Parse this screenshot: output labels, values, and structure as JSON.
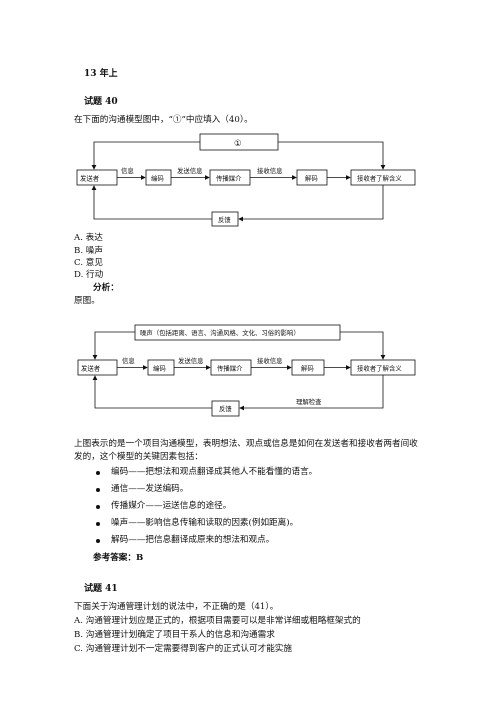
{
  "doc": {
    "header": "13 年上",
    "q40": {
      "title": "试题 40",
      "stem": "在下面的沟通模型图中，“①”中应填入（40）。",
      "options": [
        "A.  表达",
        "B.  噪声",
        "C.  意见",
        "D.  行动"
      ],
      "analysis_label": "分析：",
      "original_label": "原图。",
      "explanation_line1": "上图表示的是一个项目沟通模型，表明想法、观点或信息是如何在发送者和接收者两者间收",
      "explanation_line2": "发的，这个模型的关键因素包括：",
      "bullets": [
        "编码——把想法和观点翻译成其他人不能看懂的语言。",
        "通信——发送编码。",
        "传播媒介——运送信息的途径。",
        "噪声——影响信息传输和读取的因素(例如距离)。",
        "解码——把信息翻译成原来的想法和观点。"
      ],
      "answer": "参考答案：B"
    },
    "q41": {
      "title": "试题 41",
      "stem": "下面关于沟通管理计划的说法中，不正确的是（41）。",
      "options": [
        "A. 沟通管理计划应是正式的，根据项目需要可以是非常详细或粗略框架式的",
        "B. 沟通管理计划确定了项目干系人的信息和沟通需求",
        "C. 沟通管理计划不一定需要得到客户的正式认可才能实施"
      ]
    }
  },
  "diagram1": {
    "circle_label": "①",
    "sender": "发送者",
    "encode": "编码",
    "medium": "传播媒介",
    "decode": "解码",
    "receiver": "接收者了解含义",
    "feedback": "反馈",
    "edge_info": "信息",
    "edge_send": "发送信息",
    "edge_receive": "接收信息"
  },
  "diagram2": {
    "noise": "噪声（包括距离、语言、沟通风格、文化、习俗的影响）",
    "sender": "发送者",
    "encode": "编码",
    "medium": "传播媒介",
    "decode": "解码",
    "receiver": "接收者了解含义",
    "feedback": "反馈",
    "edge_info": "信息",
    "edge_send": "发送信息",
    "edge_receive": "接收信息",
    "edge_check": "理解检查"
  }
}
